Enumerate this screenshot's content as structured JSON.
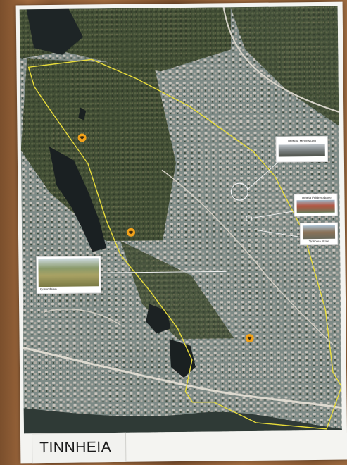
{
  "map": {
    "title": "TINNHEIA",
    "boundary_color": "#e8dc3a",
    "marker_color": "#f2a21a",
    "callouts": [
      {
        "caption": "Tinfheia Minnestuen"
      },
      {
        "caption": "Tinfheia Friidrettsbane"
      },
      {
        "caption": "Tinnheia skole"
      },
      {
        "caption": "Grønndalen"
      }
    ],
    "markers": [
      {
        "icon": "heart-marker-icon"
      },
      {
        "icon": "heart-marker-icon"
      },
      {
        "icon": "heart-marker-icon"
      }
    ]
  }
}
